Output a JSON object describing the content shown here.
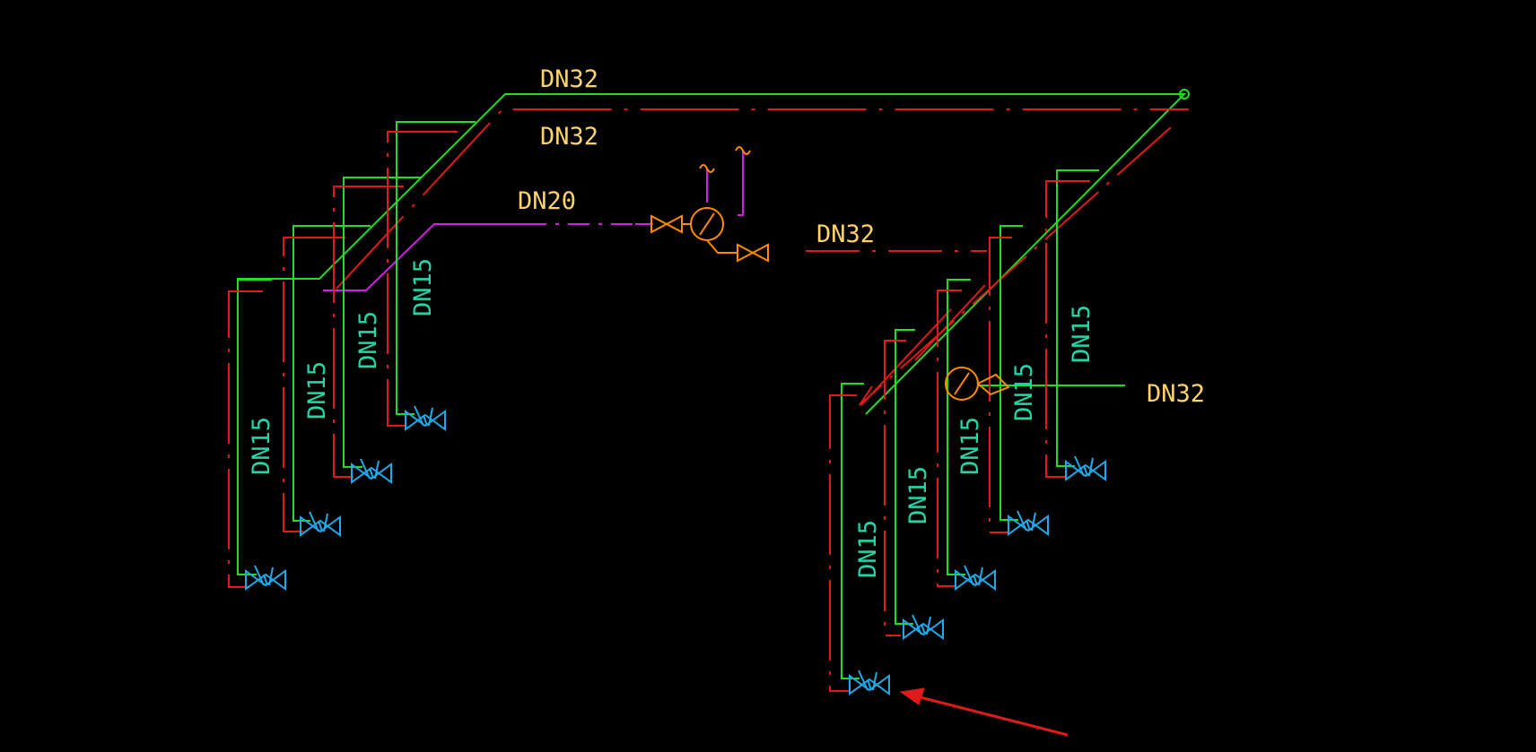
{
  "drawing": {
    "labels": {
      "main_top": "DN32",
      "main_second": "DN32",
      "branch_magenta": "DN20",
      "main_mid": "DN32",
      "inlet_right": "DN32",
      "riser": "DN15"
    },
    "colors": {
      "background": "#000000",
      "supply_pipe": "#22dd22",
      "return_pipe": "#e01a1a",
      "magenta_pipe": "#d21ee0",
      "valve": "#21a8e8",
      "meter": "#ff8c00",
      "label_size": "#ffd36a",
      "label_riser": "#22d6a8",
      "annotation_arrow": "#e01a1a"
    },
    "symbols": {
      "valve_icon": "gate-valve-icon",
      "meter_icon": "water-meter-icon",
      "arrow_icon": "red-pointer-arrow"
    }
  }
}
